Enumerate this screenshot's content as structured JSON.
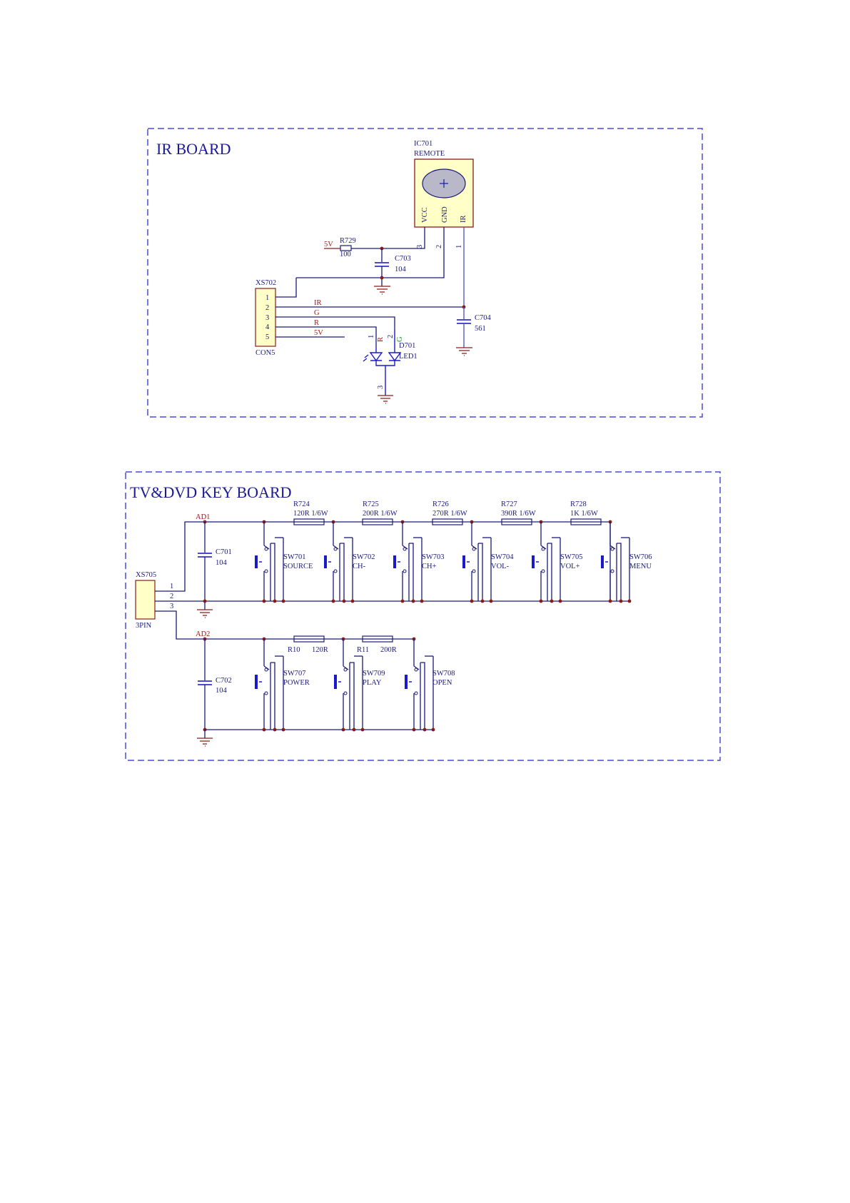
{
  "ir_board": {
    "title": "IR BOARD",
    "ic": {
      "ref": "IC701",
      "value": "REMOTE",
      "pin_vcc": "VCC",
      "pin_gnd": "GND",
      "pin_ir": "IR",
      "pin3": "3",
      "pin2": "2",
      "pin1": "1"
    },
    "supply_label": "5V",
    "r729": {
      "ref": "R729",
      "value": "100"
    },
    "c703": {
      "ref": "C703",
      "value": "104"
    },
    "c704": {
      "ref": "C704",
      "value": "561"
    },
    "connector": {
      "ref": "XS702",
      "value": "CON5",
      "pins": [
        "1",
        "2",
        "3",
        "4",
        "5"
      ]
    },
    "nets": {
      "ir": "IR",
      "g": "G",
      "r": "R",
      "v5": "5V"
    },
    "led": {
      "ref": "D701",
      "value": "LED1",
      "r": "R",
      "g": "G",
      "pin1": "1",
      "pin2": "2",
      "pin3": "3"
    }
  },
  "key_board": {
    "title": "TV&DVD KEY BOARD",
    "connector": {
      "ref": "XS705",
      "value": "3PIN",
      "pins": [
        "1",
        "2",
        "3"
      ]
    },
    "ad1": "AD1",
    "ad2": "AD2",
    "c701": {
      "ref": "C701",
      "value": "104"
    },
    "c702": {
      "ref": "C702",
      "value": "104"
    },
    "row1_resistors": [
      {
        "ref": "R724",
        "value": "120R 1/6W"
      },
      {
        "ref": "R725",
        "value": "200R 1/6W"
      },
      {
        "ref": "R726",
        "value": "270R 1/6W"
      },
      {
        "ref": "R727",
        "value": "390R 1/6W"
      },
      {
        "ref": "R728",
        "value": "1K 1/6W"
      }
    ],
    "row1_switches": [
      {
        "ref": "SW701",
        "label": "SOURCE"
      },
      {
        "ref": "SW702",
        "label": "CH-"
      },
      {
        "ref": "SW703",
        "label": "CH+"
      },
      {
        "ref": "SW704",
        "label": "VOL-"
      },
      {
        "ref": "SW705",
        "label": "VOL+"
      },
      {
        "ref": "SW706",
        "label": "MENU"
      }
    ],
    "row2_resistors": [
      {
        "ref": "R10",
        "value": "120R"
      },
      {
        "ref": "R11",
        "value": "200R"
      }
    ],
    "row2_switches": [
      {
        "ref": "SW707",
        "label": "POWER"
      },
      {
        "ref": "SW709",
        "label": "PLAY"
      },
      {
        "ref": "SW708",
        "label": "OPEN"
      }
    ]
  }
}
